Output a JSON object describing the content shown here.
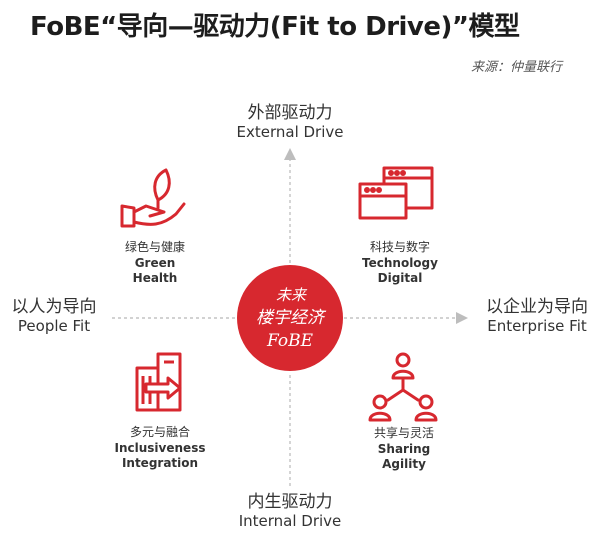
{
  "title": "FoBE“导向—驱动力(Fit to Drive)”模型",
  "source": "来源：仲量联行",
  "axes": {
    "top": {
      "zh": "外部驱动力",
      "en": "External Drive"
    },
    "bottom": {
      "zh": "内生驱动力",
      "en": "Internal Drive"
    },
    "left": {
      "zh": "以人为导向",
      "en": "People Fit"
    },
    "right": {
      "zh": "以企业为导向",
      "en": "Enterprise Fit"
    }
  },
  "quadrants": {
    "top_left": {
      "zh": "绿色与健康",
      "en1": "Green",
      "en2": "Health",
      "icon": "hand-plant-icon"
    },
    "top_right": {
      "zh": "科技与数字",
      "en1": "Technology",
      "en2": "Digital",
      "icon": "browser-windows-icon"
    },
    "bottom_left": {
      "zh": "多元与融合",
      "en1": "Inclusiveness",
      "en2": "Integration",
      "icon": "building-arrow-icon"
    },
    "bottom_right": {
      "zh": "共享与灵活",
      "en1": "Sharing",
      "en2": "Agility",
      "icon": "people-network-icon"
    }
  },
  "center": {
    "line1": "未来",
    "line2": "楼宇经济",
    "line3": "FoBE",
    "color": "#d7282f"
  },
  "colors": {
    "accent": "#d7282f",
    "axis": "#b5b5b5"
  }
}
